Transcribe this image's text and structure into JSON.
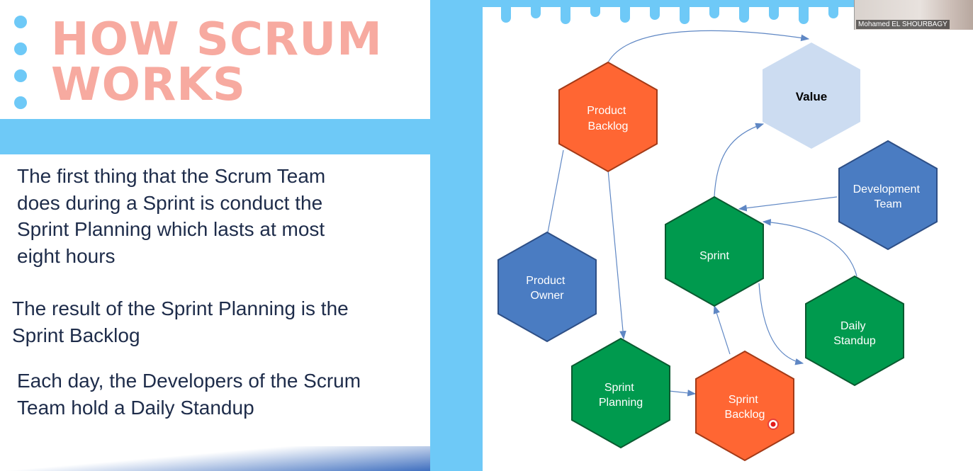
{
  "slide": {
    "title_line1": "HOW SCRUM",
    "title_line2": "WORKS",
    "paragraphs": [
      [
        "The first thing that the Scrum Team",
        "does during a Sprint is conduct the",
        "Sprint Planning which lasts at most",
        "eight hours"
      ],
      [
        "The result of the Sprint Planning is the",
        "Sprint Backlog"
      ],
      [
        "Each day, the Developers of the Scrum",
        "Team hold a Daily Standup"
      ]
    ]
  },
  "diagram": {
    "nodes": {
      "product_backlog": [
        "Product",
        "Backlog"
      ],
      "value": [
        "Value"
      ],
      "development_team": [
        "Development",
        "Team"
      ],
      "sprint": [
        "Sprint"
      ],
      "product_owner": [
        "Product",
        "Owner"
      ],
      "daily_standup": [
        "Daily",
        "Standup"
      ],
      "sprint_planning": [
        "Sprint",
        "Planning"
      ],
      "sprint_backlog": [
        "Sprint",
        "Backlog"
      ]
    }
  },
  "webcam": {
    "name": "Mohamed EL SHOURBAGY"
  },
  "colors": {
    "background": "#6ec9f7",
    "title": "#f7aaa0",
    "text": "#1e2c4a",
    "orange": "#ff6633",
    "green": "#009a4e",
    "blue": "#4a7cc2",
    "value_hex": "#ccdcf1",
    "arrow": "#5f87c4"
  }
}
